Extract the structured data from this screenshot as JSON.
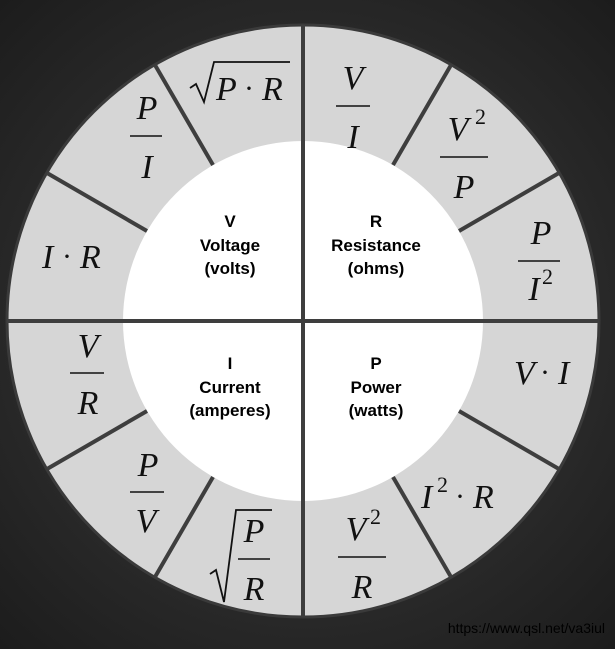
{
  "quadrants": {
    "voltage": {
      "symbol": "V",
      "name": "Voltage",
      "unit": "(volts)"
    },
    "resistance": {
      "symbol": "R",
      "name": "Resistance",
      "unit": "(ohms)"
    },
    "current": {
      "symbol": "I",
      "name": "Current",
      "unit": "(amperes)"
    },
    "power": {
      "symbol": "P",
      "name": "Power",
      "unit": "(watts)"
    }
  },
  "formulas": {
    "voltage": {
      "sqrt_pr": {
        "a": "P",
        "dot": "·",
        "b": "R"
      },
      "p_over_i": {
        "num": "P",
        "den": "I"
      },
      "i_times_r": {
        "a": "I",
        "dot": "·",
        "b": "R"
      }
    },
    "resistance": {
      "v_over_i": {
        "num": "V",
        "den": "I"
      },
      "v2_over_p": {
        "num": "V",
        "exp": "2",
        "den": "P"
      },
      "p_over_i2": {
        "num": "P",
        "den": "I",
        "exp": "2"
      }
    },
    "current": {
      "v_over_r": {
        "num": "V",
        "den": "R"
      },
      "p_over_v": {
        "num": "P",
        "den": "V"
      },
      "sqrt_p_over_r": {
        "num": "P",
        "den": "R"
      }
    },
    "power": {
      "v_times_i": {
        "a": "V",
        "dot": "·",
        "b": "I"
      },
      "i2_times_r": {
        "a": "I",
        "exp": "2",
        "dot": "·",
        "b": "R"
      },
      "v2_over_r": {
        "num": "V",
        "exp": "2",
        "den": "R"
      }
    }
  },
  "credit": "https://www.qsl.net/va3iul"
}
